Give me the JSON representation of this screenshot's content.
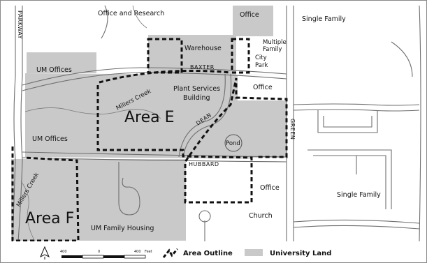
{
  "map": {
    "colors": {
      "university_land": "#c9c9c9",
      "road_edge": "#6e6e6e",
      "outline": "#111111",
      "background": "#ffffff"
    },
    "labels": {
      "office_research": "Office and Research",
      "office_top": "Office",
      "single_family_top": "Single Family",
      "parkway": "PARKWAY",
      "warehouse": "Warehouse",
      "multiple_family_1": "Multiple",
      "multiple_family_2": "Family",
      "city_park_1": "City",
      "city_park_2": "Park",
      "baxter": "BAXTER",
      "um_offices_top": "UM Offices",
      "millers_creek_top": "Millers Creek",
      "plant_services_1": "Plant Services",
      "plant_services_2": "Building",
      "office_mid": "Office",
      "area_e": "Area E",
      "dean": "DEAN",
      "green": "GREEN",
      "um_offices_mid": "UM Offices",
      "pond": "Pond",
      "hubbard": "HUBBARD",
      "millers_creek_bottom": "Millers Creek",
      "office_bottom": "Office",
      "single_family_bottom": "Single Family",
      "area_f": "Area F",
      "um_family_housing": "UM Family Housing",
      "church": "Church"
    },
    "legend": {
      "north_icon": "north-arrow-icon",
      "scale_labels": [
        "400",
        "0",
        "400",
        "Feet"
      ],
      "area_outline": "Area Outline",
      "university_land": "University Land"
    }
  }
}
